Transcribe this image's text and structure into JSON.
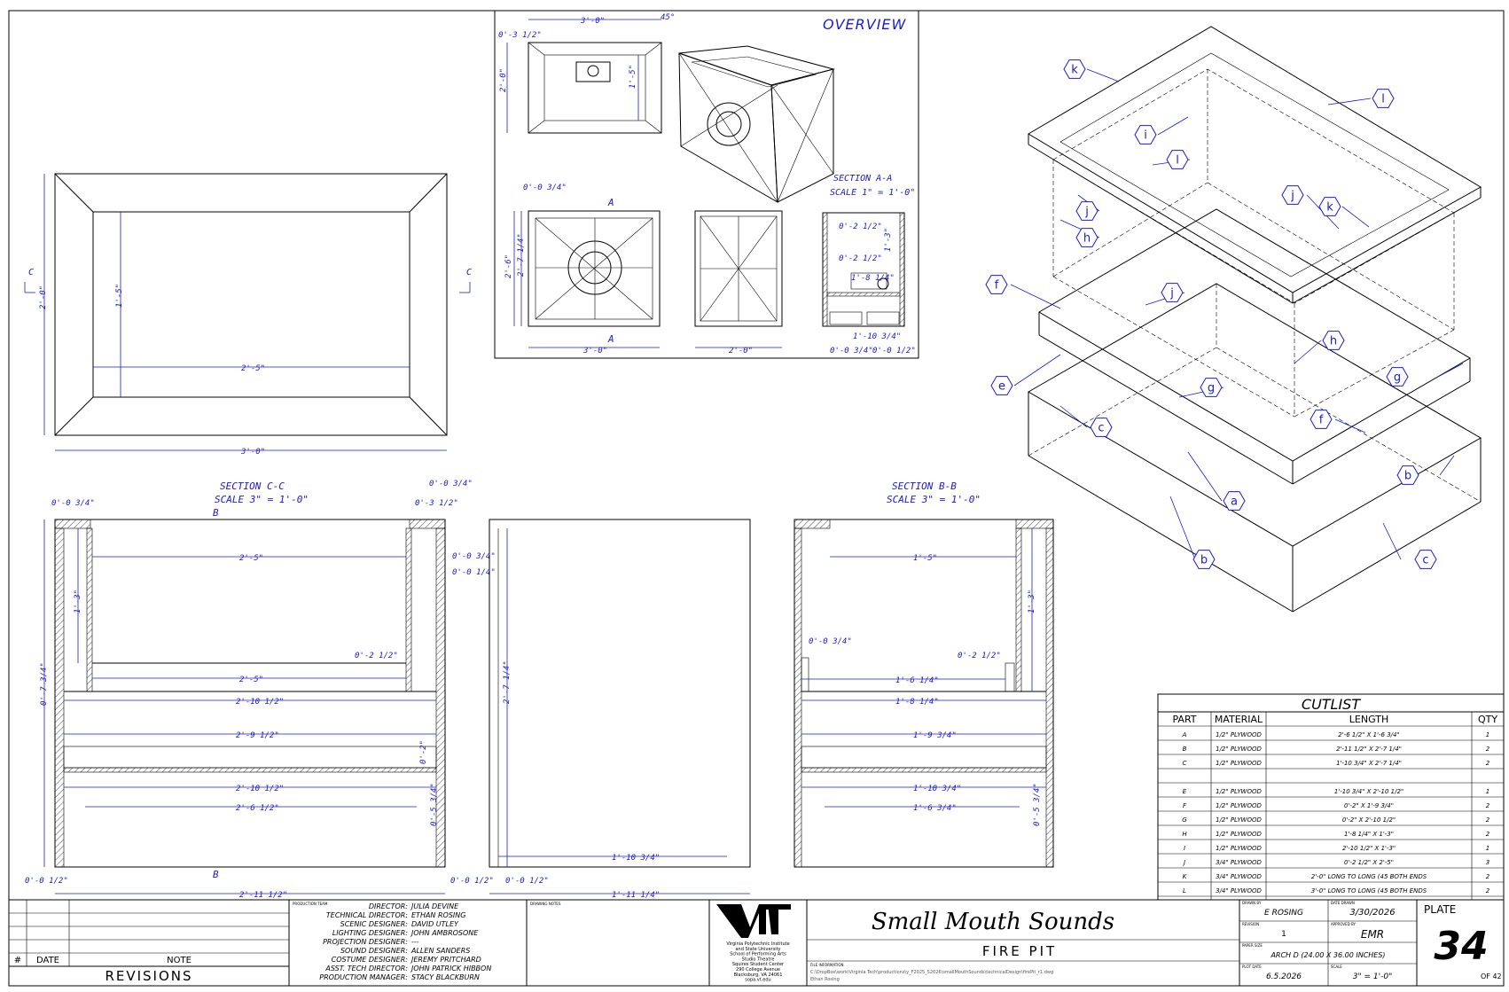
{
  "overview": {
    "title": "OVERVIEW",
    "dims": {
      "top_width": "3'-0\"",
      "top_angle": "45°",
      "top_offset": "0'-3 1/2\"",
      "top_depth": "2'-0\"",
      "top_inner": "1'-5\"",
      "front_top_offset": "0'-0 3/4\"",
      "front_height": "2'-6\"",
      "front_height2": "2'-7 1/4\"",
      "front_width": "3'-0\"",
      "side_width": "2'-0\"",
      "sec_a_1": "0'-2 1/2\"",
      "sec_a_2": "0'-2 1/2\"",
      "sec_a_3": "1'-3\"",
      "sec_a_4": "1'-8 1/4\"",
      "sec_a_5": "1'-10 3/4\"",
      "sec_a_6": "0'-0 3/4\"",
      "sec_a_7": "0'-0 1/2\""
    },
    "section_label": "SECTION A-A",
    "section_scale": "SCALE 1\" = 1'-0\"",
    "cut_a": "A"
  },
  "plan": {
    "width": "3'-0\"",
    "depth": "2'-0\"",
    "inner_width": "2'-5\"",
    "inner_depth": "1'-5\"",
    "cut_c": "C"
  },
  "section_c": {
    "title": "SECTION C-C",
    "scale": "SCALE 3\" = 1'-0\"",
    "cut_b": "B",
    "dims": {
      "top_left": "0'-0 3/4\"",
      "top_right": "0'-3 1/2\"",
      "top_right2": "0'-0 3/4\"",
      "inner_w": "2'-5\"",
      "inner_h": "1'-3\"",
      "lip": "0'-2 1/2\"",
      "inner_w2": "2'-5\"",
      "shelf_w": "2'-10 1/2\"",
      "shelf2_w": "2'-9 1/2\"",
      "total_h": "0'-7 3/4\"",
      "shelf_t": "0'-2\"",
      "lower_w": "2'-10 1/2\"",
      "lower_inner": "2'-6 1/2\"",
      "lower_h": "0'-5 3/4\"",
      "bottom_left": "0'-0 1/2\"",
      "bottom_right": "0'-0 1/2\"",
      "overall": "2'-11 1/2\""
    }
  },
  "side_elev": {
    "height": "2'-7 1/4\"",
    "width": "1'-10 3/4\"",
    "left": "0'-0 1/2\"",
    "overall": "1'-11 1/4\"",
    "right": "0'-0 3/4\"",
    "right2": "0'-0 1/4\""
  },
  "section_b": {
    "title": "SECTION B-B",
    "scale": "SCALE 3\" = 1'-0\"",
    "dims": {
      "inner_w": "1'-5\"",
      "inner_h": "1'-3\"",
      "off": "0'-0 3/4\"",
      "lip": "0'-2 1/2\"",
      "w1": "1'-6 1/4\"",
      "w2": "1'-8 1/4\"",
      "w3": "1'-9 3/4\"",
      "w4": "1'-10 3/4\"",
      "w5": "1'-6 3/4\"",
      "h2": "0'-5 3/4\""
    }
  },
  "iso_labels": [
    "k",
    "l",
    "i",
    "l",
    "j",
    "h",
    "j",
    "k",
    "f",
    "j",
    "h",
    "e",
    "g",
    "g",
    "c",
    "f",
    "b",
    "a",
    "b",
    "c"
  ],
  "cutlist": {
    "title": "CUTLIST",
    "headers": [
      "PART",
      "MATERIAL",
      "LENGTH",
      "QTY"
    ],
    "rows": [
      [
        "A",
        "1/2\" PLYWOOD",
        "2'-6 1/2\" X 1'-6 3/4\"",
        "1"
      ],
      [
        "B",
        "1/2\" PLYWOOD",
        "2'-11 1/2\" X 2'-7 1/4\"",
        "2"
      ],
      [
        "C",
        "1/2\" PLYWOOD",
        "1'-10 3/4\" X 2'-7 1/4\"",
        "2"
      ],
      [
        "",
        "",
        "",
        ""
      ],
      [
        "E",
        "1/2\" PLYWOOD",
        "1'-10 3/4\" X 2'-10 1/2\"",
        "1"
      ],
      [
        "F",
        "1/2\" PLYWOOD",
        "0'-2\" X 1'-9 3/4\"",
        "2"
      ],
      [
        "G",
        "1/2\" PLYWOOD",
        "0'-2\" X 2'-10 1/2\"",
        "2"
      ],
      [
        "H",
        "1/2\" PLYWOOD",
        "1'-8 1/4\" X 1'-3\"",
        "2"
      ],
      [
        "I",
        "1/2\" PLYWOOD",
        "2'-10 1/2\" X 1'-3\"",
        "1"
      ],
      [
        "J",
        "3/4\" PLYWOOD",
        "0'-2 1/2\" X 2'-5\"",
        "3"
      ],
      [
        "K",
        "3/4\" PLYWOOD",
        "2'-0\" LONG TO LONG (45 BOTH ENDS",
        "2"
      ],
      [
        "L",
        "3/4\" PLYWOOD",
        "3'-0\" LONG TO LONG (45 BOTH ENDS",
        "2"
      ]
    ]
  },
  "titleblock": {
    "rev_headers": [
      "#",
      "DATE",
      "NOTE"
    ],
    "revisions_label": "REVISIONS",
    "staff": [
      [
        "DIRECTOR:",
        "JULIA DEVINE"
      ],
      [
        "TECHNICAL DIRECTOR:",
        "ETHAN ROSING"
      ],
      [
        "SCENIC DESIGNER:",
        "DAVID UTLEY"
      ],
      [
        "LIGHTING DESIGNER:",
        "JOHN AMBROSONE"
      ],
      [
        "PROJECTION DESIGNER:",
        "---"
      ],
      [
        "SOUND DESIGNER:",
        "ALLEN SANDERS"
      ],
      [
        "COSTUME DESIGNER:",
        "JEREMY PRITCHARD"
      ],
      [
        "ASST. TECH DIRECTOR:",
        "JOHN PATRICK HIBBON"
      ],
      [
        "PRODUCTION MANAGER:",
        "STACY BLACKBURN"
      ]
    ],
    "staff_label": "PRODUCTION TEAM",
    "drawn_label": "DRAWING NOTES",
    "logo": "VT",
    "school": [
      "Virginia Polytechnic Institute",
      "and State University",
      "School of Performing Arts",
      "Studio Theatre",
      "Squires Student Center",
      "290 College Avenue",
      "Blacksburg, VA 24061",
      "sopa.vt.edu"
    ],
    "show": "Small Mouth Sounds",
    "drawing": "FIRE PIT",
    "file_label": "FILE INFORMATION",
    "file_path": "C:\\DropBox\\work\\Virginia Tech\\productions\\y_F2025_S2026\\smallMouthSounds\\technicalDesign\\firePit_r1.dwg",
    "file_author": "Ethan Rosing",
    "drawn_by_label": "DRAWN BY",
    "drawn_by": "E ROSING",
    "date_label": "DATE DRAWN",
    "date": "3/30/2026",
    "revision_label": "REVISION",
    "revision": "1",
    "approved_label": "APPROVED BY",
    "approved": "EMR",
    "paper_label": "PAPER SIZE",
    "paper": "ARCH D (24.00 X 36.00 INCHES)",
    "plot_label": "PLOT DATE",
    "plot": "6.5.2026",
    "scale_label": "SCALE",
    "scale": "3\" = 1'-0\"",
    "plate_label": "PLATE",
    "plate": "34",
    "of": "OF 42"
  }
}
